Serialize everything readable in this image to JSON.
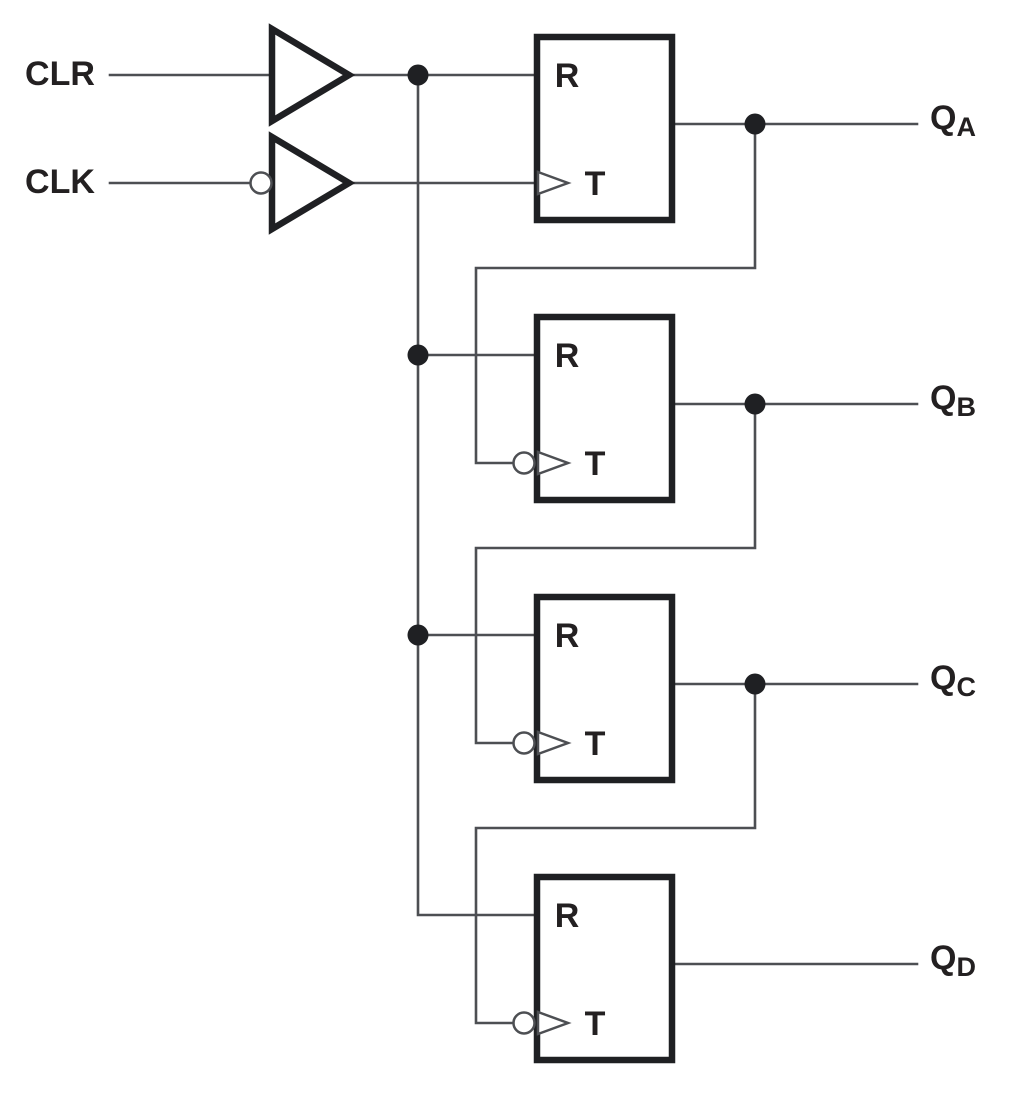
{
  "inputs": {
    "clr": "CLR",
    "clk": "CLK"
  },
  "flip_flops": [
    {
      "reset_label": "R",
      "toggle_label": "T",
      "output_base": "Q",
      "output_sub": "A"
    },
    {
      "reset_label": "R",
      "toggle_label": "T",
      "output_base": "Q",
      "output_sub": "B"
    },
    {
      "reset_label": "R",
      "toggle_label": "T",
      "output_base": "Q",
      "output_sub": "C"
    },
    {
      "reset_label": "R",
      "toggle_label": "T",
      "output_base": "Q",
      "output_sub": "D"
    }
  ],
  "colors": {
    "wire": "#4d4f53",
    "component": "#1f2023",
    "text": "#232021",
    "background": "#ffffff"
  }
}
